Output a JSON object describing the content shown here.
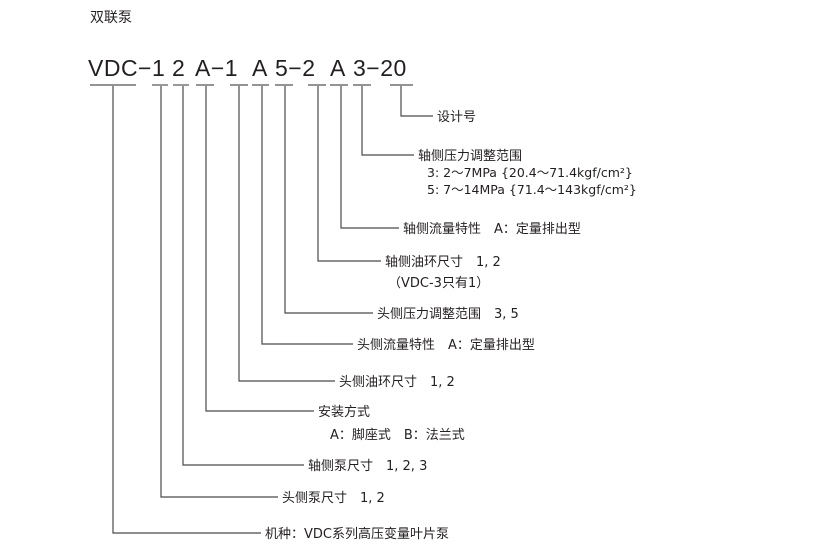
{
  "title": "双联泵",
  "model_code": [
    "VDC−1",
    "2",
    "A−1",
    "A",
    "5−2",
    "A",
    "3−20"
  ],
  "labels": {
    "design_no": "设计号",
    "shaft_pressure": "轴侧压力调整范围",
    "shaft_pressure_opt3": "3: 2〜7MPa {20.4〜71.4kgf/cm²}",
    "shaft_pressure_opt5": "5: 7〜14MPa {71.4〜143kgf/cm²}",
    "shaft_flow": "轴侧流量特性　A：定量排出型",
    "shaft_ring": "轴侧油环尺寸　1, 2",
    "shaft_ring_note": "（VDC-3只有1）",
    "head_pressure": "头侧压力调整范围　3, 5",
    "head_flow": "头侧流量特性　A：定量排出型",
    "head_ring": "头侧油环尺寸　1, 2",
    "mounting": "安装方式",
    "mounting_opts": "A：脚座式　B：法兰式",
    "shaft_pump_size": "轴侧泵尺寸　1, 2, 3",
    "head_pump_size": "头侧泵尺寸　1, 2",
    "series": "机种：VDC系列高压变量叶片泵"
  }
}
